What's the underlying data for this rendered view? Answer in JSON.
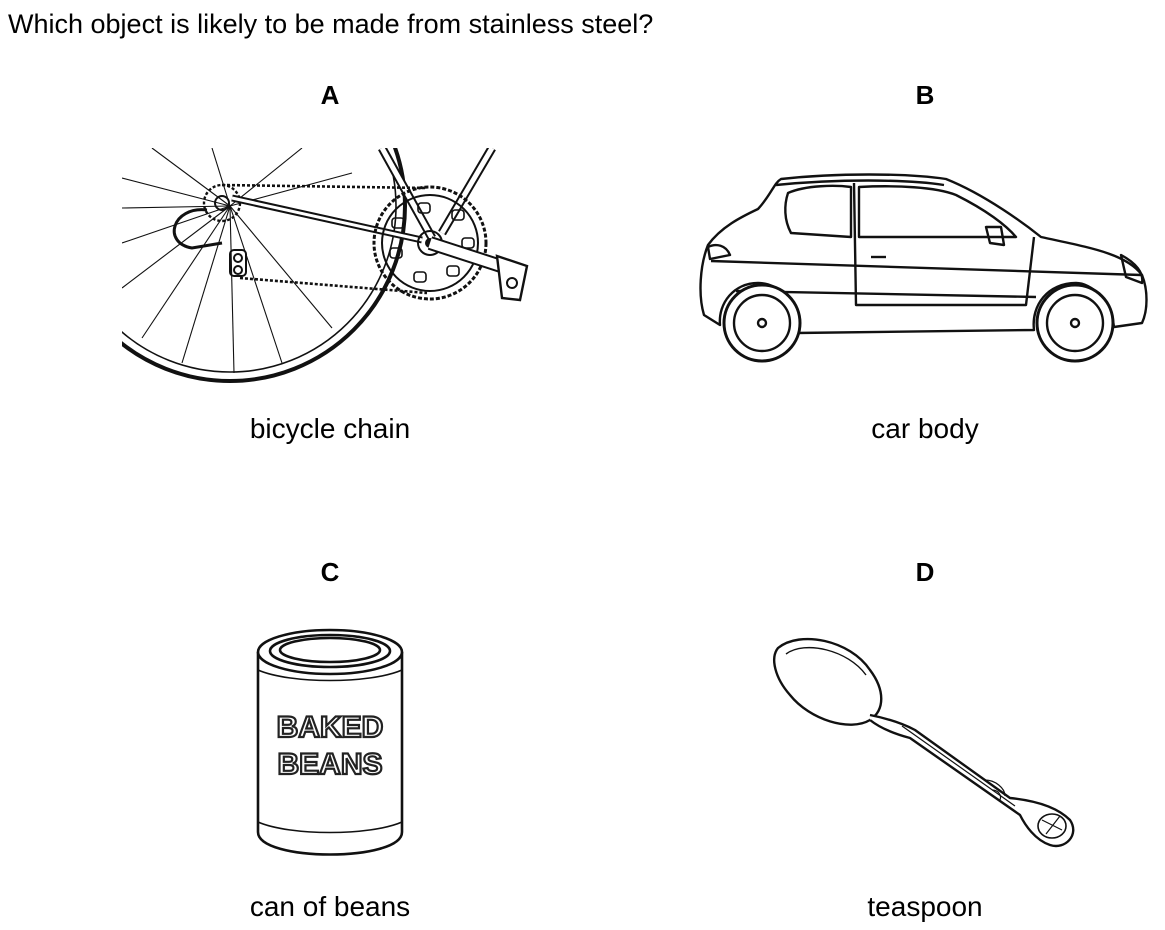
{
  "question": "Which object is likely to be made from stainless steel?",
  "options": [
    {
      "letter": "A",
      "caption": "bicycle chain",
      "icon": "bicycle-chain-icon"
    },
    {
      "letter": "B",
      "caption": "car body",
      "icon": "car-icon"
    },
    {
      "letter": "C",
      "caption": "can of beans",
      "icon": "tin-can-icon",
      "label_lines": [
        "BAKED",
        "BEANS"
      ]
    },
    {
      "letter": "D",
      "caption": "teaspoon",
      "icon": "teaspoon-icon"
    }
  ]
}
